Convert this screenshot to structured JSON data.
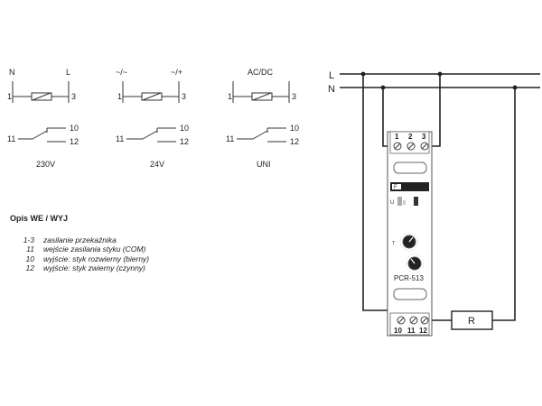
{
  "variants": [
    {
      "top_left": "N",
      "top_right": "L",
      "label": "230V"
    },
    {
      "top_left": "~/~",
      "top_right": "~/+",
      "label": "24V"
    },
    {
      "top_left": "",
      "top_right": "",
      "top_center": "AC/DC",
      "label": "UNI"
    }
  ],
  "coil_terminals": {
    "left": "1",
    "right": "3"
  },
  "contact_terminals": {
    "com": "11",
    "nc": "10",
    "no": "12"
  },
  "legend": {
    "title": "Opis WE / WYJ",
    "rows": [
      {
        "key": "1-3",
        "desc": "zasilanie przekaźnika"
      },
      {
        "key": "11",
        "desc": "wejście zasilania styku (COM)"
      },
      {
        "key": "10",
        "desc": "wyjście: styk rozwierny (bierny)"
      },
      {
        "key": "12",
        "desc": "wyjście: styk zwierny (czynny)"
      }
    ]
  },
  "wiring": {
    "line_L": "L",
    "line_N": "N",
    "device_model": "PCR-513",
    "top_terminals": [
      "1",
      "2",
      "3"
    ],
    "bottom_terminals": [
      "10",
      "11",
      "12"
    ],
    "load": "R",
    "dial_mark_t": "T",
    "dial_mark_u": "U"
  }
}
